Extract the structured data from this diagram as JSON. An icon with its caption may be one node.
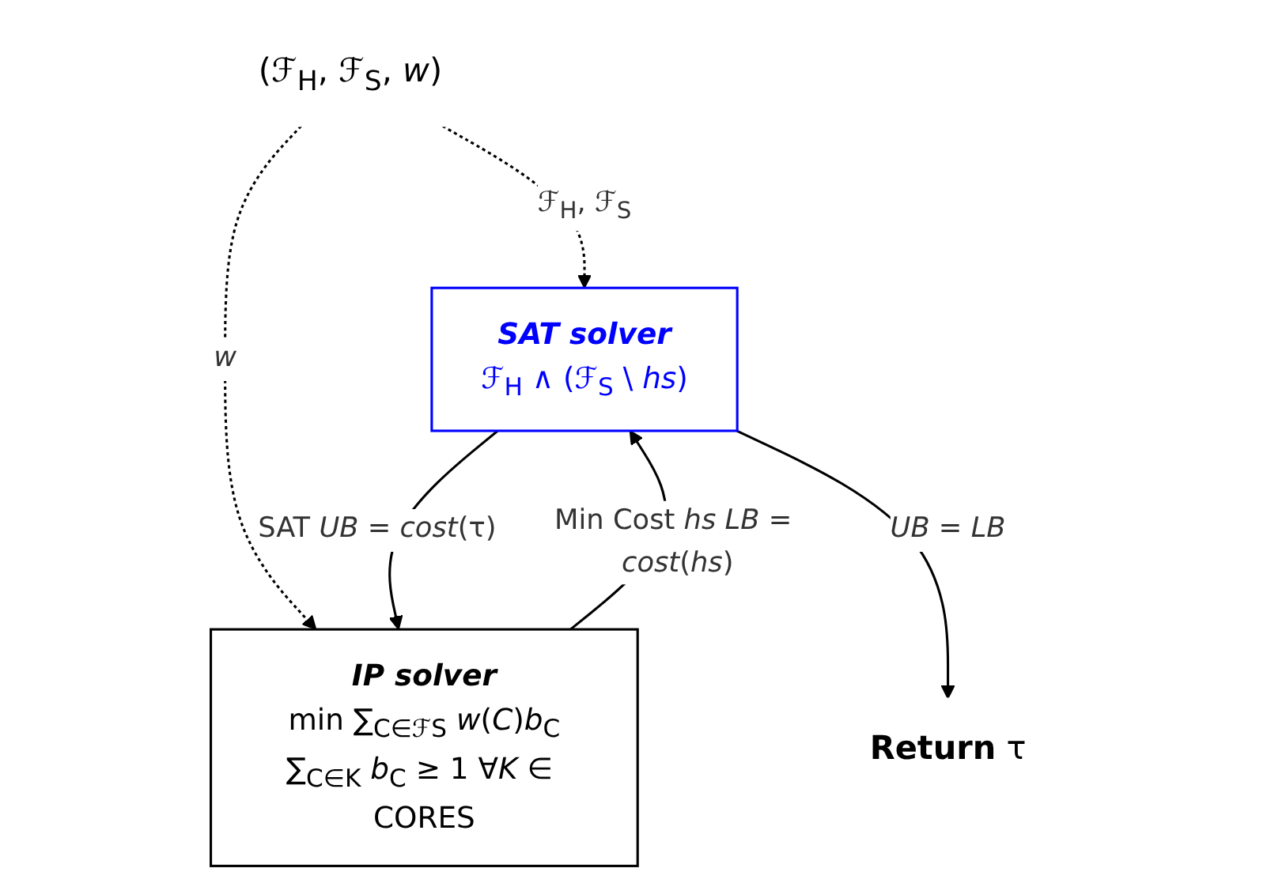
{
  "diagram": {
    "nodes": [
      {
        "text": [
          "(ℱ$_{H}$, ℱ$_{S}$, *w*)"
        ]
      },
      {
        "text": [
          "SAT solver",
          "ℱ$_{H}$ ∧ (ℱ$_{S}$ \\ *hs*)"
        ]
      },
      {
        "text": [
          "IP solver",
          "min ∑$_{C∈ℱS}$ *w*(*C*)*b*$_{C}$",
          "∑$_{C∈K}$ *b*$_{C}$ ≥ 1 ∀*K* ∈ CORES"
        ]
      },
      {
        "text": [
          "**Return** τ"
        ]
      }
    ],
    "edges": [
      {
        "from": 0,
        "to": 1,
        "arrow": "to",
        "style": "dashed",
        "label": "ℱ$_{H}$, ℱ$_{S}$"
      },
      {
        "from": 0,
        "to": 2,
        "arrow": "to",
        "style": "dashed",
        "label": "*w*"
      },
      {
        "from": 2,
        "to": 1,
        "arrow": "to",
        "label": "Min Cost *hs* *LB* = *cost*(*hs*)"
      },
      {
        "from": 1,
        "to": 2,
        "arrow": "to",
        "label": "SAT *UB* = *cost*(τ)"
      },
      {
        "from": 1,
        "to": 3,
        "arrow": "to",
        "label": "*UB* = *LB*"
      }
    ]
  }
}
